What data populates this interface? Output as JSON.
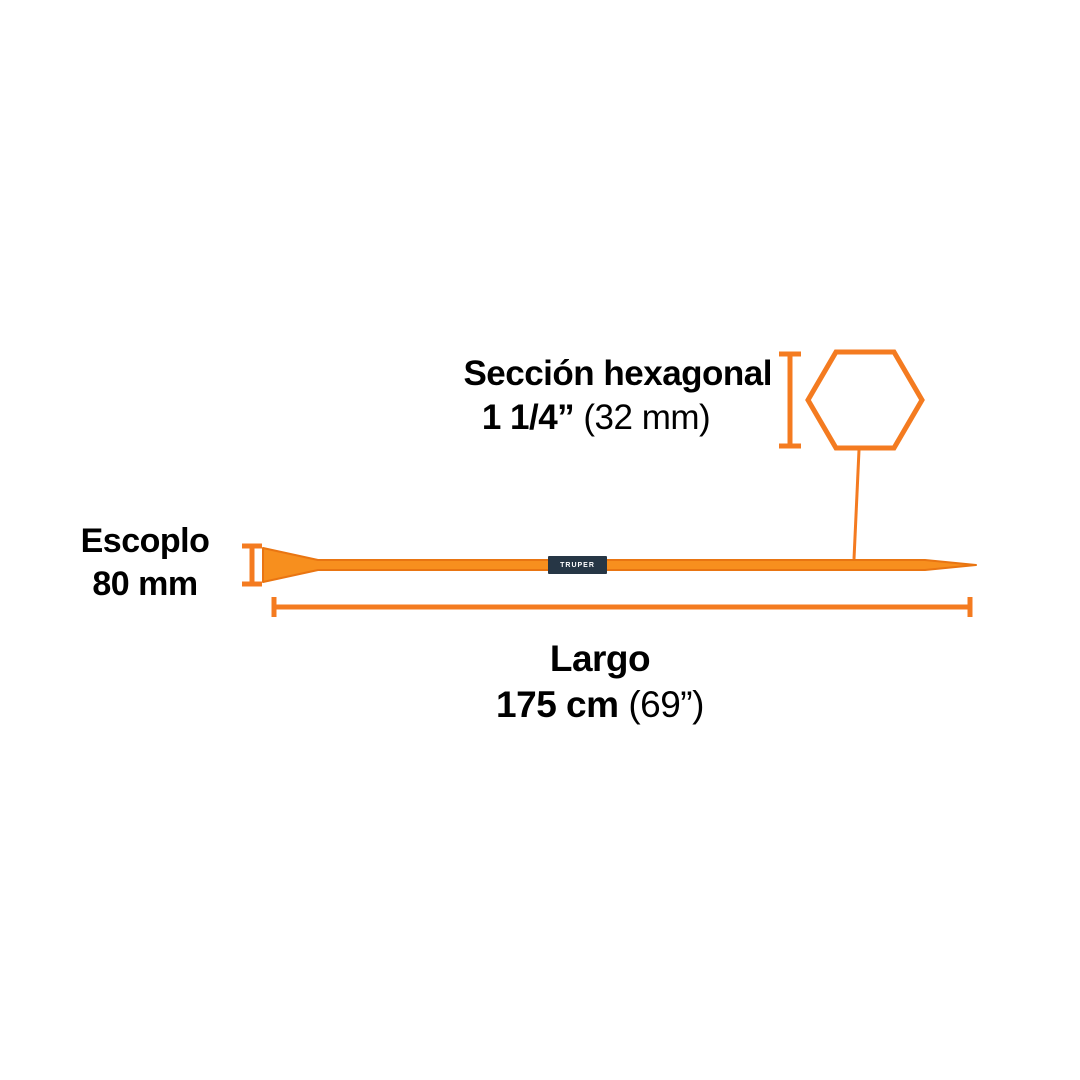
{
  "page": {
    "background": "#ffffff"
  },
  "colors": {
    "accent_orange": "#F47B20",
    "bar_fill": "#F78F1E",
    "bar_outline": "#E97512",
    "label_navy": "#263645",
    "text": "#000000"
  },
  "annotations": {
    "hex_section": {
      "title": "Sección hexagonal",
      "size_bold": "1 1/4”",
      "size_regular": "(32 mm)"
    },
    "chisel": {
      "line1": "Escoplo",
      "line2": "80 mm"
    },
    "length": {
      "title": "Largo",
      "value_bold": "175 cm",
      "value_regular": "(69”)"
    }
  },
  "bar": {
    "brand_label": "TRUPER"
  }
}
